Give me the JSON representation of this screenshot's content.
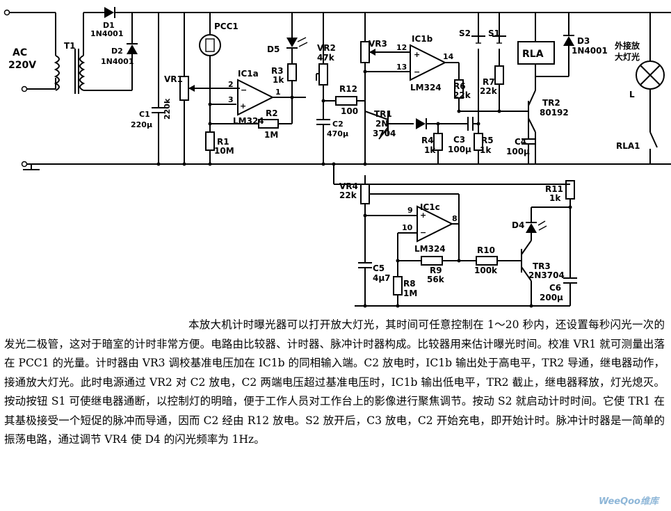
{
  "labels": {
    "ac": "AC",
    "ac_voltage": "220V",
    "t1": "T1",
    "d1": "D1",
    "d1_type": "1N4001",
    "d2": "D2",
    "d2_type": "1N4001",
    "c1": "C1",
    "c1_val": "220μ",
    "vr1": "VR1",
    "vr1_val": "220k",
    "pcc1": "PCC1",
    "ic1a": "IC1a",
    "ic1a_type": "LM324",
    "pin2": "2",
    "pin3": "3",
    "pin1": "1",
    "r1": "R1",
    "r1_val": "10M",
    "r2": "R2",
    "r2_val": "1M",
    "r3": "R3",
    "r3_val": "1k",
    "d5": "D5",
    "vr2": "VR2",
    "vr2_val": "47k",
    "vr3": "VR3",
    "ic1b": "IC1b",
    "ic1b_type": "LM324",
    "pin12": "12",
    "pin13": "13",
    "pin14": "14",
    "r12": "R12",
    "r12_val": "100",
    "c2": "C2",
    "c2_val": "470μ",
    "tr1": "TR1",
    "tr1_type1": "2N",
    "tr1_type2": "3704",
    "s2": "S2",
    "s1": "S1",
    "r6": "R6",
    "r6_val": "22k",
    "r7": "R7",
    "r7_val": "22k",
    "r4": "R4",
    "r4_val": "1k",
    "c3": "C3",
    "c3_val": "100μ",
    "r5": "R5",
    "r5_val": "1k",
    "c4": "C4",
    "c4_val": "100μ",
    "rla": "RLA",
    "d3": "D3",
    "d3_type": "1N4001",
    "tr2": "TR2",
    "tr2_type": "80192",
    "ext_lamp_1": "外接放",
    "ext_lamp_2": "大灯光",
    "lamp_l": "L",
    "rla1": "RLA1",
    "vr4": "VR4",
    "vr4_val": "22k",
    "ic1c": "IC1c",
    "ic1c_type": "LM324",
    "pin9": "9",
    "pin10": "10",
    "pin8": "8",
    "r11": "R11",
    "r11_val": "1k",
    "d4": "D4",
    "c5": "C5",
    "c5_val": "4μ7",
    "r8": "R8",
    "r8_val": "1M",
    "r9": "R9",
    "r9_val": "56k",
    "r10": "R10",
    "r10_val": "100k",
    "tr3": "TR3",
    "tr3_type": "2N3704",
    "c6": "C6",
    "c6_val": "200μ"
  },
  "description": "本放大机计时曝光器可以打开放大灯光，其时间可任意控制在 1～20 秒内，还设置每秒闪光一次的发光二极管，这对于暗室的计时非常方便。电路由比较器、计时器、脉冲计时器构成。比较器用来估计曝光时间。校准 VR1 就可测量出落在 PCC1 的光量。计时器由 VR3 调校基准电压加在 IC1b 的同相输入端。C2 放电时，IC1b 输出处于高电平，TR2 导通，继电器动作，接通放大灯光。此时电源通过 VR2 对 C2 放电，C2 两端电压超过基准电压时，IC1b 输出低电平，TR2 截止，继电器释放，灯光熄灭。按动按钮 S1 可使继电器通断，以控制灯的明暗，便于工作人员对工作台上的影像进行聚焦调节。按动 S2 就启动计时时间。它使 TR1 在其基极接受一个短促的脉冲而导通，因而 C2 经由 R12 放电。S2 放开后，C3 放电，C2 开始充电，即开始计时。脉冲计时器是一简单的振荡电路，通过调节 VR4 使 D4 的闪光频率为 1Hz。",
  "watermark": "WeeQoo维库"
}
